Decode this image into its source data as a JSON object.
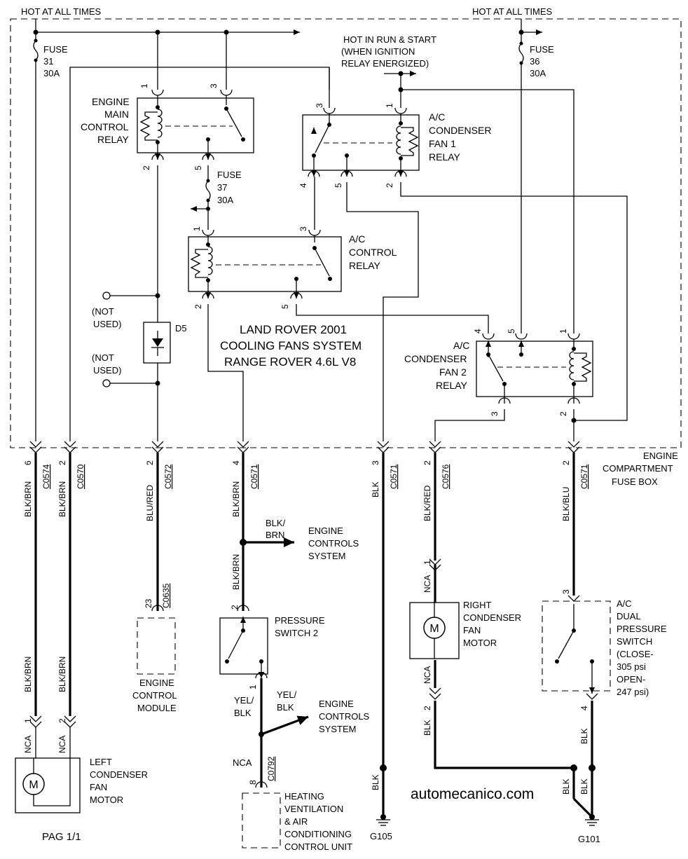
{
  "header": {
    "hot_left": "HOT AT ALL TIMES",
    "hot_right": "HOT AT ALL TIMES",
    "hot_run": [
      "HOT IN RUN & START",
      "(WHEN IGNITION",
      "RELAY ENERGIZED)"
    ]
  },
  "title": [
    "LAND ROVER 2001",
    "COOLING FANS SYSTEM",
    "RANGE ROVER 4.6L V8"
  ],
  "fuses": {
    "f31": [
      "FUSE",
      "31",
      "30A"
    ],
    "f36": [
      "FUSE",
      "36",
      "30A"
    ],
    "f37": [
      "FUSE",
      "37",
      "30A"
    ]
  },
  "relays": {
    "main": [
      "ENGINE",
      "MAIN",
      "CONTROL",
      "RELAY"
    ],
    "fan1": [
      "A/C",
      "CONDENSER",
      "FAN 1",
      "RELAY"
    ],
    "ac": [
      "A/C",
      "CONTROL",
      "RELAY"
    ],
    "fan2": [
      "A/C",
      "CONDENSER",
      "FAN 2",
      "RELAY"
    ]
  },
  "diode": "D5",
  "not_used": [
    "(NOT",
    "USED)"
  ],
  "fuse_box": [
    "ENGINE",
    "COMPARTMENT",
    "FUSE BOX"
  ],
  "pins": {
    "main_1": "1",
    "main_3": "3",
    "main_2": "2",
    "main_5": "5",
    "ac_1": "1",
    "ac_3": "3",
    "ac_2": "2",
    "ac_5": "5",
    "fan1_3": "3",
    "fan1_1": "1",
    "fan1_4": "4",
    "fan1_5": "5",
    "fan1_2": "2",
    "fan2_4": "4",
    "fan2_5": "5",
    "fan2_1": "1",
    "fan2_3": "3",
    "fan2_2": "2"
  },
  "connectors": {
    "c0574": {
      "pin": "6",
      "name": "C0574"
    },
    "c0570": {
      "pin": "2",
      "name": "C0570"
    },
    "c0572": {
      "pin": "2",
      "name": "C0572"
    },
    "c0571a": {
      "pin": "4",
      "name": "C0571"
    },
    "c0571b": {
      "pin": "3",
      "name": "C0571"
    },
    "c0576": {
      "pin": "2",
      "name": "C0576"
    },
    "c0571c": {
      "pin": "2",
      "name": "C0571"
    },
    "c0635": {
      "pin": "23",
      "name": "C0635"
    },
    "c0792": {
      "pin": "8",
      "name": "C0792"
    }
  },
  "wires": {
    "w1": "BLK/BRN",
    "w2": "BLK/BRN",
    "w3": "BLU/RED",
    "w4": "BLK/BRN",
    "w5": "BLK",
    "w6": "BLK/RED",
    "w7": "BLK/BLU",
    "w8": "BLK/BRN",
    "w9": "BLK/BRN",
    "w10": "BLK/BRN",
    "nca1": "NCA",
    "nca2": "NCA",
    "nca3": "NCA",
    "nca4": "NCA",
    "nca5": "NCA",
    "blk_brn_branch": [
      "BLK/",
      "BRN"
    ],
    "yel_blk": [
      "YEL/",
      "BLK"
    ],
    "yel_blk_branch": [
      "YEL/",
      "BLK"
    ],
    "blk_g105": "BLK",
    "blk_right2": "BLK",
    "blk_dps": "BLK",
    "blk_g101a": "BLK",
    "blk_g101b": "BLK"
  },
  "pins_low": {
    "lf1": "1",
    "lf2": "2",
    "rf1": "1",
    "rf2": "2",
    "ps2": "2",
    "ps1": "1",
    "dps3": "3",
    "dps4": "4"
  },
  "components": {
    "ecs1": [
      "ENGINE",
      "CONTROLS",
      "SYSTEM"
    ],
    "ecs2": [
      "ENGINE",
      "CONTROLS",
      "SYSTEM"
    ],
    "ecm": [
      "ENGINE",
      "CONTROL",
      "MODULE"
    ],
    "ps2": [
      "PRESSURE",
      "SWITCH 2"
    ],
    "left_motor": [
      "LEFT",
      "CONDENSER",
      "FAN",
      "MOTOR"
    ],
    "right_motor": [
      "RIGHT",
      "CONDENSER",
      "FAN",
      "MOTOR"
    ],
    "dps": [
      "A/C",
      "DUAL",
      "PRESSURE",
      "SWITCH",
      "(CLOSE-",
      "305 psi",
      "OPEN-",
      "247 psi)"
    ],
    "hvac": [
      "HEATING",
      "VENTILATION",
      "& AIR",
      "CONDITIONING",
      "CONTROL UNIT"
    ]
  },
  "motor_symbol": "M",
  "grounds": {
    "g105": "G105",
    "g101": "G101"
  },
  "footer": {
    "page": "PAG 1/1",
    "site": "automecanico.com"
  }
}
